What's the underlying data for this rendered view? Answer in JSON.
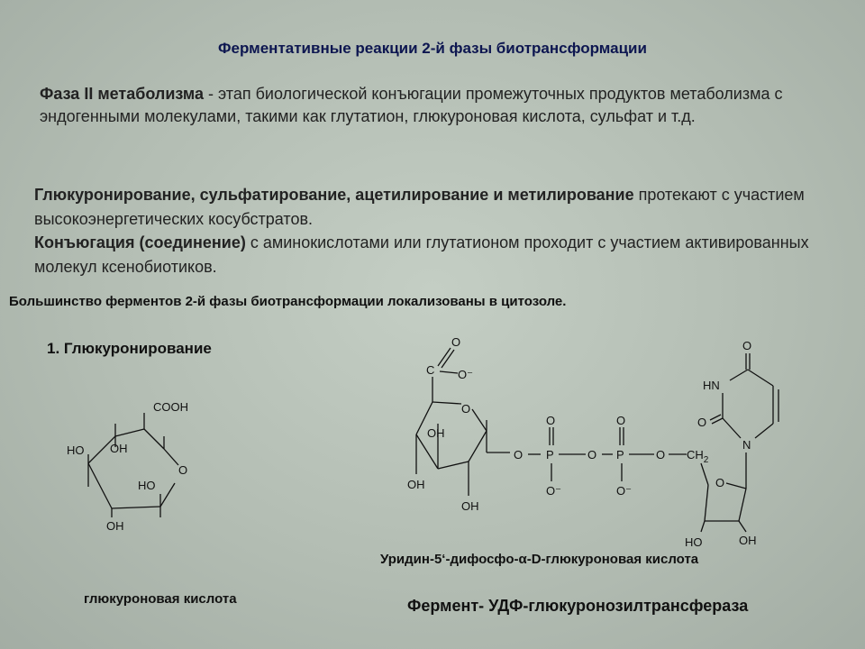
{
  "title": "Ферментативные реакции 2-й фазы биотрансформации",
  "para1": {
    "bold": "Фаза II  метаболизма",
    "text": " - этап биологической конъюгации промежуточных продуктов метаболизма с эндогенными молекулами, такими как глутатион, глюкуроновая кислота, сульфат и т.д."
  },
  "para2": {
    "bold1": "Глюкуронирование, сульфатирование, ацетилирование и метилирование",
    "text1": " протекают с участием высокоэнергетических косубстратов.",
    "bold2": "Конъюгация (соединение)",
    "text2": " с аминокислотами или глутатионом проходит с участием активированных молекул ксенобиотиков."
  },
  "para3": "Большинство ферментов 2-й фазы биотрансформации локализованы в цитозоле.",
  "section_heading": "1. Глюкуронирование",
  "glucuronic": {
    "caption": "глюкуроновая кислота",
    "labels": {
      "cooh": "COOH",
      "ho": "HO",
      "oh_top": "OH",
      "o_ring": "O",
      "ho_mid": "HO",
      "oh_bottom": "OH"
    }
  },
  "udp": {
    "caption": "Уридин-5‘-дифосфо-α-D-глюкуроновая кислота",
    "labels": {
      "o_carbonyl": "O",
      "c": "C",
      "o_minus": "O⁻",
      "o_ring": "O",
      "oh1": "OH",
      "oh2": "OH",
      "oh3": "OH",
      "o_link1": "O",
      "p1": "P",
      "o_link2": "O",
      "p2": "P",
      "o_link3": "O",
      "ch2": "CH",
      "ch2_sub": "2",
      "p1_o_top": "O",
      "p1_o_bot": "O⁻",
      "p2_o_top": "O",
      "p2_o_bot": "O⁻",
      "ribose_o": "O",
      "ribose_ho": "HO",
      "ribose_oh": "OH",
      "ura_o_top": "O",
      "ura_hn": "HN",
      "ura_o_left": "O",
      "ura_n": "N"
    }
  },
  "enzyme": "Фермент- УДФ-глюкуронозилтрансфераза"
}
